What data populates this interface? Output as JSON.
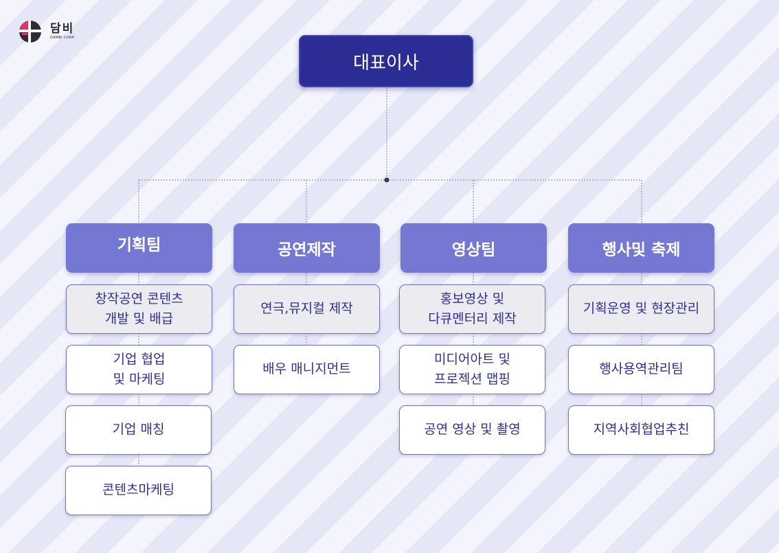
{
  "logo": {
    "text": "담비",
    "sub": "DAMBI CORP.",
    "icon": "dambi-logo-mark"
  },
  "chart_data": {
    "type": "org-chart",
    "root": "대표이사",
    "teams": [
      {
        "name": "기획팀",
        "roles": [
          "창작공연 콘텐츠\n개발 및 배급",
          "기업 협업\n및 마케팅",
          "기업 매칭",
          "콘텐츠마케팅"
        ]
      },
      {
        "name": "공연제작",
        "roles": [
          "연극,뮤지컬 제작",
          "배우 매니지먼트"
        ]
      },
      {
        "name": "영상팀",
        "roles": [
          "홍보영상 및\n다큐멘터리 제작",
          "미디어아트 및\n프로젝션 맵핑",
          "공연 영상 및 촬영"
        ]
      },
      {
        "name": "행사및 축제",
        "roles": [
          "기획운영 및 현장관리",
          "행사용역관리팀",
          "지역사회협업추친"
        ]
      }
    ]
  },
  "colors": {
    "root": "#2b2d94",
    "team": "#7478d2",
    "text": "#2d2f9c",
    "highlight": "#ececf0"
  }
}
